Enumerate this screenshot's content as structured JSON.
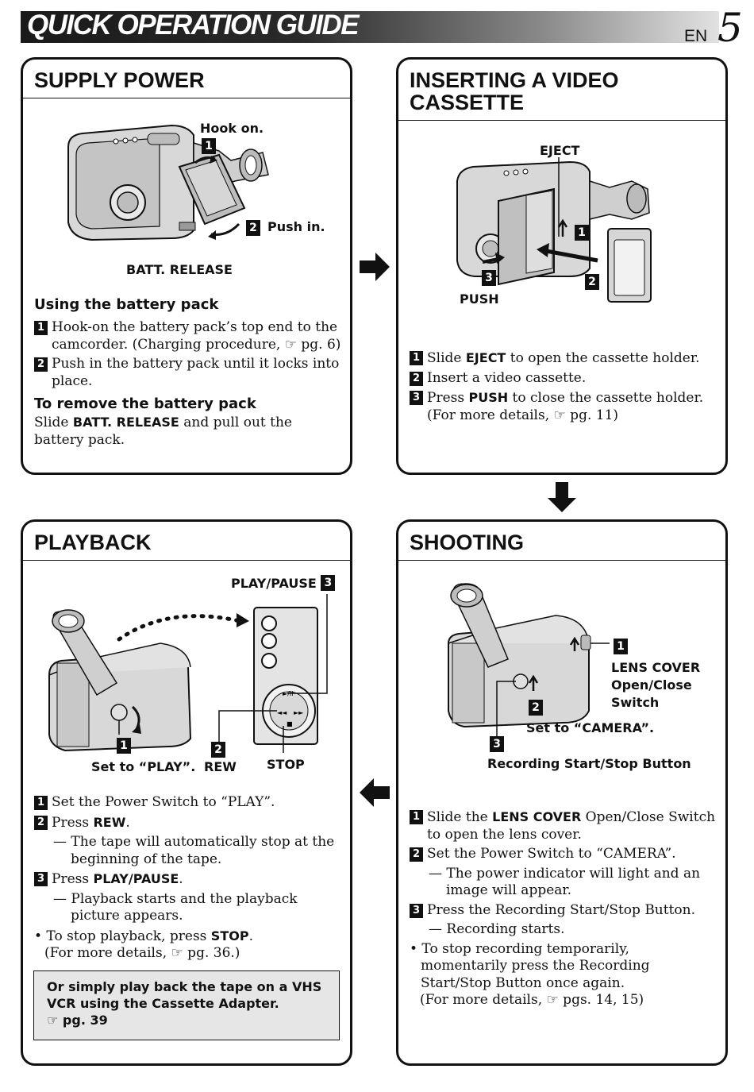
{
  "header": {
    "title": "QUICK OPERATION GUIDE",
    "lang": "EN",
    "page": "5"
  },
  "icons": {
    "pointing_hand": "☞"
  },
  "supply_power": {
    "title": "SUPPLY POWER",
    "callouts": {
      "hook_on": "Hook on.",
      "push_in": "Push in.",
      "batt_release": "BATT. RELEASE"
    },
    "using_heading": "Using the battery pack",
    "steps": [
      {
        "num": "1",
        "text_a": "Hook-on the battery pack’s top end to the camcorder. (Charging procedure, ",
        "ref": " pg. 6)"
      },
      {
        "num": "2",
        "text": "Push in the battery pack until it locks into place."
      }
    ],
    "remove_heading": "To remove the battery pack",
    "remove_pre": "Slide ",
    "remove_bold": "BATT. RELEASE",
    "remove_post": " and pull out the battery pack."
  },
  "inserting": {
    "title_line1": "INSERTING A VIDEO",
    "title_line2": "CASSETTE",
    "callouts": {
      "eject": "EJECT",
      "push": "PUSH"
    },
    "steps": [
      {
        "num": "1",
        "pre": "Slide ",
        "bold": "EJECT",
        "post": " to open the cassette holder."
      },
      {
        "num": "2",
        "text": "Insert a video cassette."
      },
      {
        "num": "3",
        "pre": "Press ",
        "bold": "PUSH",
        "post": " to close the cassette holder."
      }
    ],
    "more_pre": "(For more details, ",
    "more_ref": " pg. 11)"
  },
  "playback": {
    "title": "PLAYBACK",
    "callouts": {
      "play_pause": "PLAY/PAUSE",
      "set_play": "Set to “PLAY”.",
      "rew": "REW",
      "stop": "STOP"
    },
    "steps": [
      {
        "num": "1",
        "text": "Set the Power Switch to “PLAY”."
      },
      {
        "num": "2",
        "pre": "Press ",
        "bold": "REW",
        "post": ".",
        "sub": "— The tape will automatically stop at the beginning of the tape."
      },
      {
        "num": "3",
        "pre": "Press ",
        "bold": "PLAY/PAUSE",
        "post": ".",
        "sub": "— Playback starts and the playback picture appears."
      }
    ],
    "stop_pre": "• To stop playback, press ",
    "stop_bold": "STOP",
    "stop_post": ".",
    "more_pre": "(For more details, ",
    "more_ref": " pg. 36.)",
    "note_line1": "Or simply play back the tape on a VHS",
    "note_line2": "VCR using the Cassette Adapter.",
    "note_ref": " pg. 39"
  },
  "shooting": {
    "title": "SHOOTING",
    "callouts": {
      "lens_cover_1": "LENS COVER",
      "lens_cover_2": "Open/Close",
      "lens_cover_3": "Switch",
      "set_camera": "Set to “CAMERA”.",
      "rec_button": "Recording Start/Stop Button"
    },
    "steps": [
      {
        "num": "1",
        "pre": "Slide the ",
        "bold": "LENS COVER",
        "post": " Open/Close Switch to open the lens cover."
      },
      {
        "num": "2",
        "text": "Set the Power Switch to “CAMERA”.",
        "sub": "— The power indicator will light and an image will appear."
      },
      {
        "num": "3",
        "text": "Press the Recording Start/Stop Button.",
        "sub": "— Recording starts."
      }
    ],
    "stop_text": "• To stop recording temporarily, momentarily press the Recording Start/Stop Button once again.",
    "more_pre": "(For more details, ",
    "more_ref": " pgs. 14, 15)"
  }
}
